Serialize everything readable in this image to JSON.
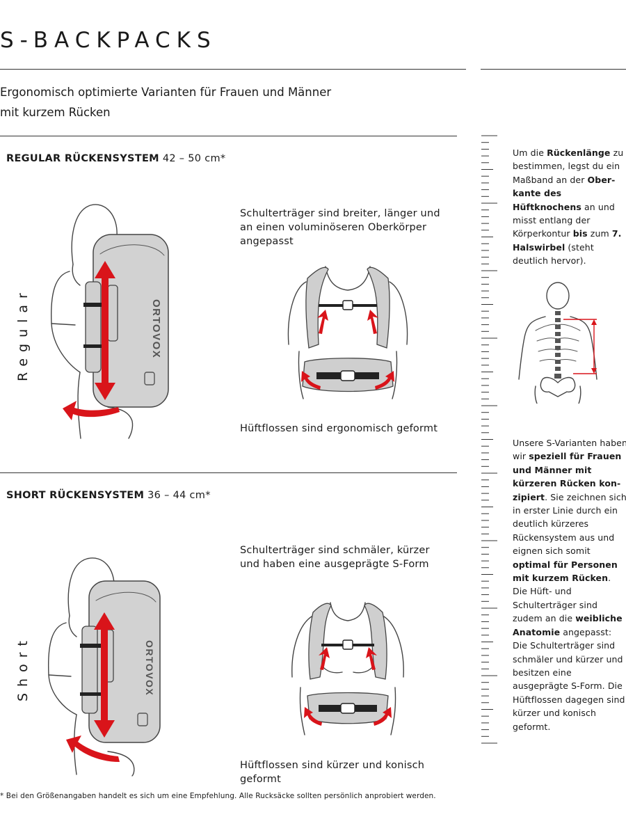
{
  "header": {
    "title": "S-BACKPACKS",
    "subtitle_line1": "Ergonomisch optimierte Varianten für Frauen und Männer",
    "subtitle_line2": "mit kurzem Rücken"
  },
  "regular": {
    "heading_bold": "REGULAR RÜCKENSYSTEM",
    "heading_range": "42 – 50 cm*",
    "side_label": "Regular",
    "shoulder_text": "Schulterträger sind breiter, länger und an einen voluminöseren Oberkörper angepasst",
    "hip_text": "Hüftflossen sind ergonomisch geformt",
    "brand": "ORTOVOX"
  },
  "short": {
    "heading_bold": "SHORT RÜCKENSYSTEM",
    "heading_range": "36 – 44 cm*",
    "side_label": "Short",
    "shoulder_text": "Schulterträger sind schmäler, kürzer und haben eine ausgeprägte S-Form",
    "hip_text": "Hüftflossen sind kürzer und konisch geformt",
    "brand": "ORTOVOX"
  },
  "sidebar": {
    "measure": {
      "p1": "Um die ",
      "b1": "Rückenlänge",
      "p2": " zu bestimmen, legst du ein Maßband an der ",
      "b2": "Ober­kante des Hüftknochens",
      "p3": " an und misst entlang der Körperkontur ",
      "b3": "bis",
      "p4": " zum ",
      "b4": "7. Halswirbel",
      "p5": " (steht deutlich hervor)."
    },
    "variants": {
      "p1": "Unsere S-Varianten haben wir ",
      "b1": "speziell für Frauen und Männer mit kürzeren Rücken kon­zipiert",
      "p2": ". Sie zeichnen sich in erster Linie durch ein deutlich kürzeres Rückensystem aus und eignen sich somit ",
      "b2": "optimal für Personen mit kurzem Rücken",
      "p3": ". Die Hüft- und Schulterträger sind zudem an die ",
      "b3": "weibliche Anatomie",
      "p4": " angepasst: Die Schul­terträger sind schmäler und kürzer und besitzen eine ausgeprägte S-Form. Die Hüftflossen dagegen sind kürzer und konisch geformt."
    }
  },
  "footnote": "* Bei den Größenangaben handelt es sich um eine Empfehlung. Alle Rucksäcke sollten persönlich anprobiert werden.",
  "colors": {
    "accent_red": "#d9141a",
    "pack_gray": "#d2d2d2",
    "text": "#1a1a1a"
  }
}
